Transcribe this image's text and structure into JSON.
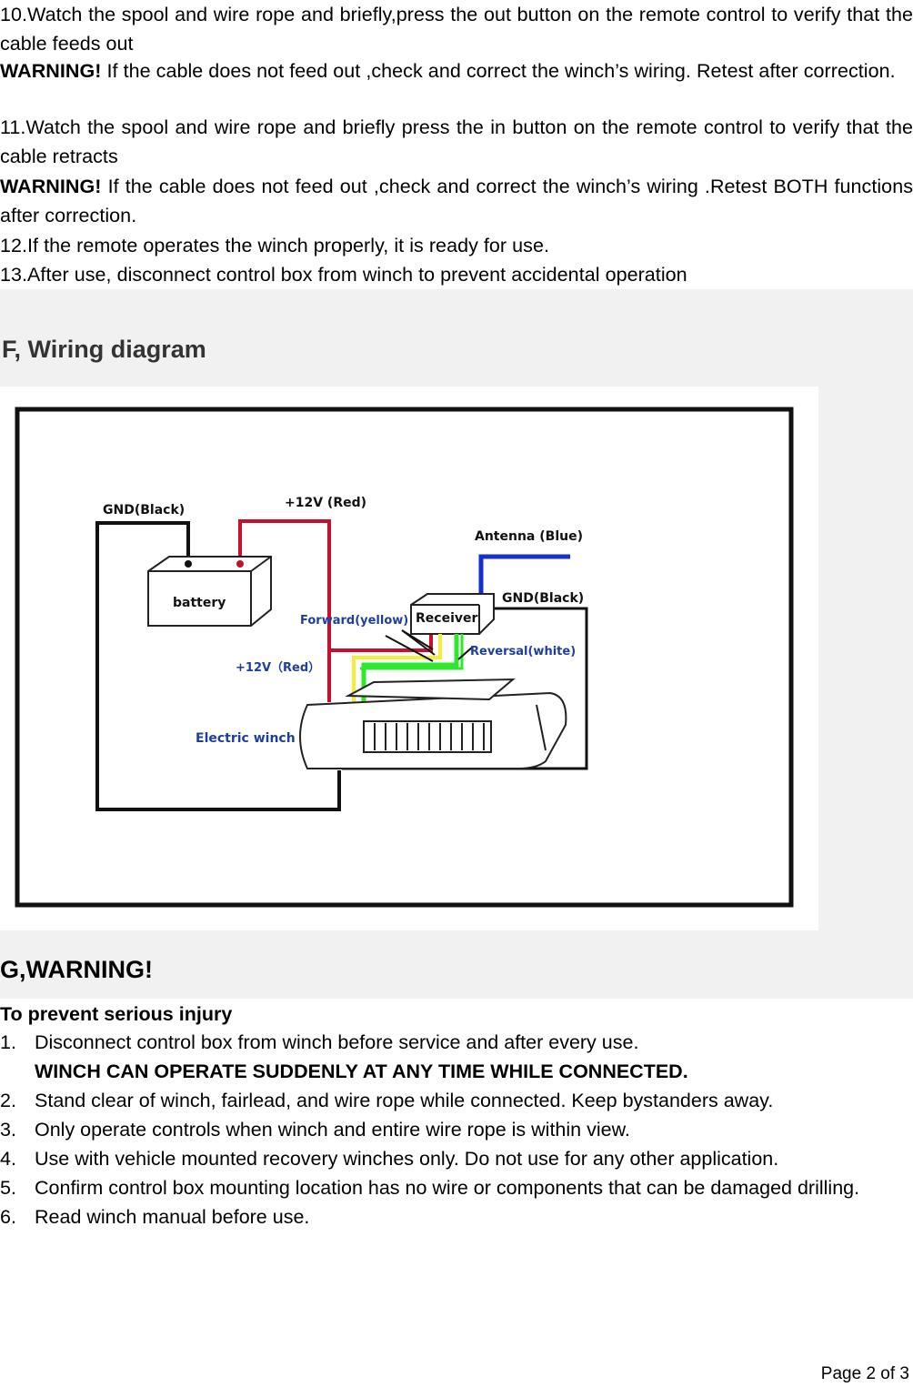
{
  "instructions": {
    "step10": "10.Watch the spool and wire rope and briefly,press the out button on the remote control to verify that the cable feeds out",
    "warning1_label": "WARNING!",
    "warning1_text": " If the cable does not feed out ,check and correct the winch’s wiring. Retest after correction.",
    "step11": "11.Watch the spool and wire rope and briefly press the in button on the remote control to verify that the cable retracts",
    "warning2_label": "WARNING!",
    "warning2_text": " If the cable does not feed out ,check and correct the winch’s wiring .Retest BOTH functions after correction.",
    "step12": "12.If the remote operates the winch properly, it is ready for use.",
    "step13": "13.After use, disconnect control box from winch to prevent accidental operation"
  },
  "wiring_section": {
    "heading": "F, Wiring diagram",
    "labels": {
      "gnd_black_battery": "GND(Black)",
      "plus12v_red_top": "+12V (Red)",
      "antenna": "Antenna (Blue)",
      "battery": "battery",
      "gnd_black_receiver": "GND(Black)",
      "receiver": "Receiver",
      "forward": "Forward(yellow)",
      "reversal": "Reversal(white)",
      "plus12v_red_winch": "+12V（Red）",
      "electric_winch": "Electric winch"
    },
    "wire_colors": {
      "red": "#c8102e",
      "blue": "#1530d0",
      "yellow": "#f2ee3a",
      "green": "#2ee82e",
      "black": "#111111"
    }
  },
  "warning_section": {
    "heading": "G,WARNING!",
    "subheading": "To prevent serious injury",
    "items": [
      {
        "num": "1.",
        "text": "Disconnect control box from winch before service and after every use.",
        "emphasis": "WINCH CAN OPERATE SUDDENLY AT ANY TIME WHILE CONNECTED."
      },
      {
        "num": "2.",
        "text": "Stand clear of winch, fairlead, and wire rope while connected. Keep bystanders away."
      },
      {
        "num": "3.",
        "text": "Only operate controls when winch and entire wire rope is within view."
      },
      {
        "num": "4.",
        "text": "Use with vehicle mounted recovery winches only. Do not use for any other application."
      },
      {
        "num": "5.",
        "text": "Confirm control box mounting location has no wire or components that can be damaged drilling."
      },
      {
        "num": "6.",
        "text": "Read winch manual before use."
      }
    ]
  },
  "footer": {
    "page_label": "Page 2 of 3"
  }
}
